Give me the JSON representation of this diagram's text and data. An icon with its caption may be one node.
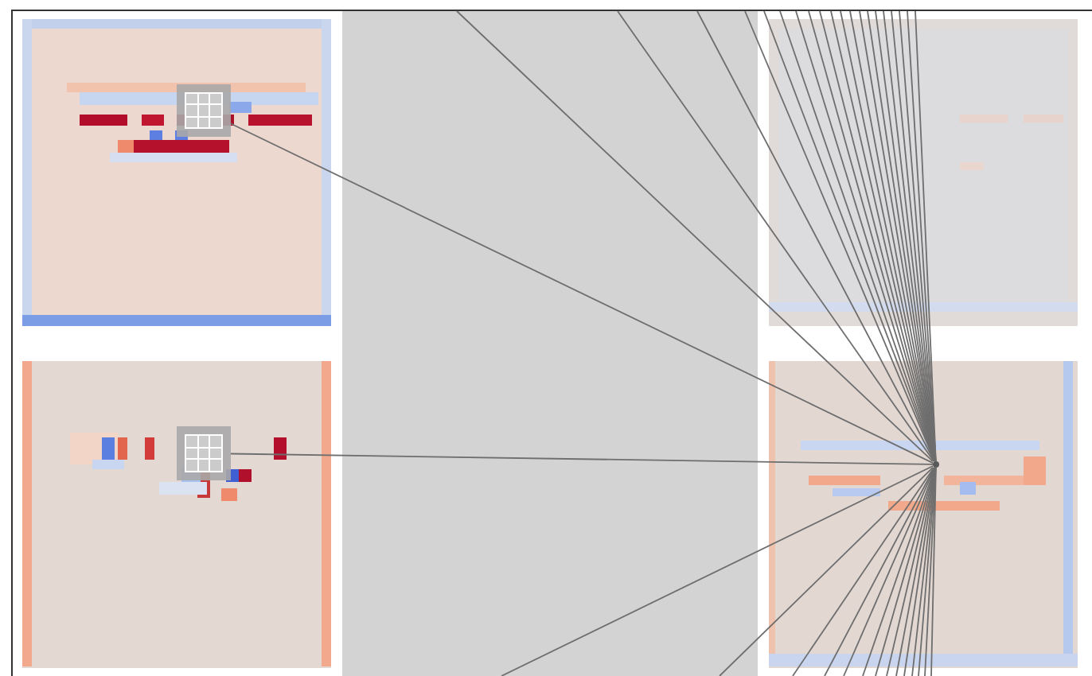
{
  "diagram": {
    "nodes": [
      {
        "text": [],
        "shape": "box"
      },
      {
        "text": [],
        "shape": "box"
      },
      {
        "text": [],
        "shape": "point"
      }
    ],
    "edges": [
      {
        "from": 0,
        "to": 2,
        "arrow": "none"
      },
      {
        "from": 1,
        "to": 2,
        "arrow": "none"
      },
      {
        "from": null,
        "to": 2,
        "arrow": "none"
      },
      {
        "from": null,
        "to": 2,
        "arrow": "none"
      },
      {
        "from": null,
        "to": 2,
        "arrow": "none"
      },
      {
        "from": null,
        "to": 2,
        "arrow": "none"
      },
      {
        "from": null,
        "to": 2,
        "arrow": "none"
      },
      {
        "from": null,
        "to": 2,
        "arrow": "none"
      },
      {
        "from": null,
        "to": 2,
        "arrow": "none"
      },
      {
        "from": null,
        "to": 2,
        "arrow": "none"
      },
      {
        "from": null,
        "to": 2,
        "arrow": "none"
      },
      {
        "from": null,
        "to": 2,
        "arrow": "none"
      },
      {
        "from": null,
        "to": 2,
        "arrow": "none"
      },
      {
        "from": null,
        "to": 2,
        "arrow": "none"
      },
      {
        "from": null,
        "to": 2,
        "arrow": "none"
      },
      {
        "from": null,
        "to": 2,
        "arrow": "none"
      },
      {
        "from": null,
        "to": 2,
        "arrow": "none"
      },
      {
        "from": null,
        "to": 2,
        "arrow": "none"
      },
      {
        "from": null,
        "to": 2,
        "arrow": "none"
      },
      {
        "from": null,
        "to": 2,
        "arrow": "none"
      },
      {
        "from": null,
        "to": 2,
        "arrow": "none"
      },
      {
        "from": null,
        "to": 2,
        "arrow": "none"
      },
      {
        "from": null,
        "to": 2,
        "arrow": "none"
      },
      {
        "from": null,
        "to": 2,
        "arrow": "none"
      },
      {
        "from": null,
        "to": 2,
        "arrow": "none"
      },
      {
        "from": null,
        "to": 2,
        "arrow": "none"
      },
      {
        "from": null,
        "to": 2,
        "arrow": "none"
      },
      {
        "from": null,
        "to": 2,
        "arrow": "none"
      },
      {
        "from": null,
        "to": 2,
        "arrow": "none"
      },
      {
        "from": null,
        "to": 2,
        "arrow": "none"
      },
      {
        "from": null,
        "to": 2,
        "arrow": "none"
      },
      {
        "from": null,
        "to": 2,
        "arrow": "none"
      },
      {
        "from": null,
        "to": 2,
        "arrow": "none"
      },
      {
        "from": null,
        "to": 2,
        "arrow": "none"
      },
      {
        "from": null,
        "to": 2,
        "arrow": "none"
      },
      {
        "from": null,
        "to": 2,
        "arrow": "none"
      }
    ]
  }
}
